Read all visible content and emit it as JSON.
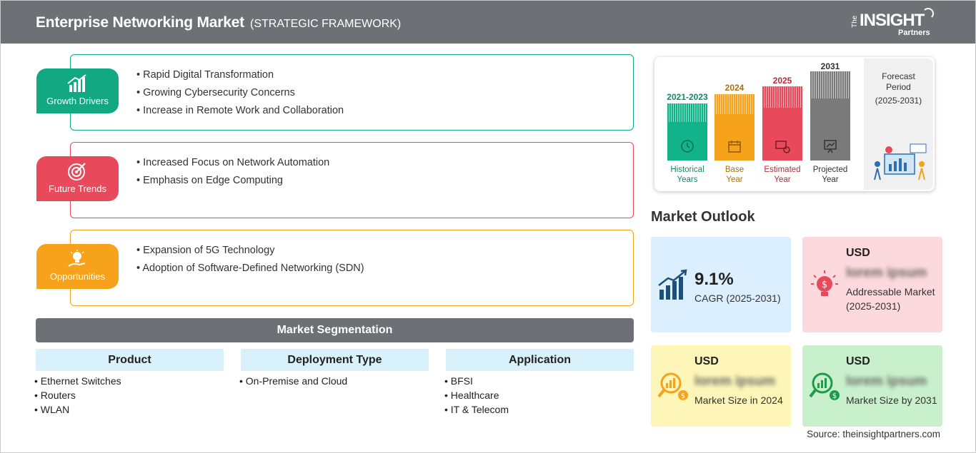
{
  "header": {
    "title": "Enterprise Networking Market",
    "subtitle": "(STRATEGIC FRAMEWORK)",
    "logo_the": "The",
    "logo_insight": "INSIGHT",
    "logo_partners": "Partners"
  },
  "framework": [
    {
      "label": "Growth Drivers",
      "color": "#12a882",
      "icon": "chart-growth-icon",
      "items": [
        "Rapid Digital Transformation",
        "Growing Cybersecurity Concerns",
        "Increase in Remote Work and Collaboration"
      ]
    },
    {
      "label": "Future Trends",
      "color": "#e94a5b",
      "icon": "target-icon",
      "items": [
        "Increased Focus on Network Automation",
        "Emphasis on Edge Computing"
      ]
    },
    {
      "label": "Opportunities",
      "color": "#f6a21a",
      "icon": "lightbulb-hand-icon",
      "items": [
        "Expansion of 5G Technology",
        "Adoption of Software-Defined Networking (SDN)"
      ]
    }
  ],
  "segmentation": {
    "title": "Market Segmentation",
    "columns": [
      {
        "heading": "Product",
        "items": [
          "Ethernet Switches",
          "Routers",
          "WLAN"
        ]
      },
      {
        "heading": "Deployment Type",
        "items": [
          "On-Premise and Cloud"
        ]
      },
      {
        "heading": "Application",
        "items": [
          "BFSI",
          "Healthcare",
          "IT & Telecom"
        ]
      }
    ]
  },
  "timeline": {
    "columns": [
      {
        "year": "2021-2023",
        "caption_1": "Historical",
        "caption_2": "Years",
        "color": "#12b38a",
        "year_color": "#0f8a6b"
      },
      {
        "year": "2024",
        "caption_1": "Base",
        "caption_2": "Year",
        "color": "#f6a21a",
        "year_color": "#a8700f"
      },
      {
        "year": "2025",
        "caption_1": "Estimated",
        "caption_2": "Year",
        "color": "#e94a5b",
        "year_color": "#b52b3b"
      },
      {
        "year": "2031",
        "caption_1": "Projected",
        "caption_2": "Year",
        "color": "#7a7a7a",
        "year_color": "#333333"
      }
    ],
    "forecast_1": "Forecast",
    "forecast_2": "Period",
    "forecast_3": "(2025-2031)"
  },
  "outlook": {
    "title": "Market Outlook",
    "cagr_value": "9.1%",
    "cagr_label": "CAGR (2025-2031)",
    "addressable": {
      "usd": "USD",
      "value": "lorem ipsum",
      "desc": "Addressable Market (2025-2031)"
    },
    "size_2024": {
      "usd": "USD",
      "value": "lorem ipsum",
      "desc": "Market Size in 2024"
    },
    "size_2031": {
      "usd": "USD",
      "value": "lorem ipsum",
      "desc": "Market Size by 2031"
    }
  },
  "source": "Source: theinsightpartners.com"
}
